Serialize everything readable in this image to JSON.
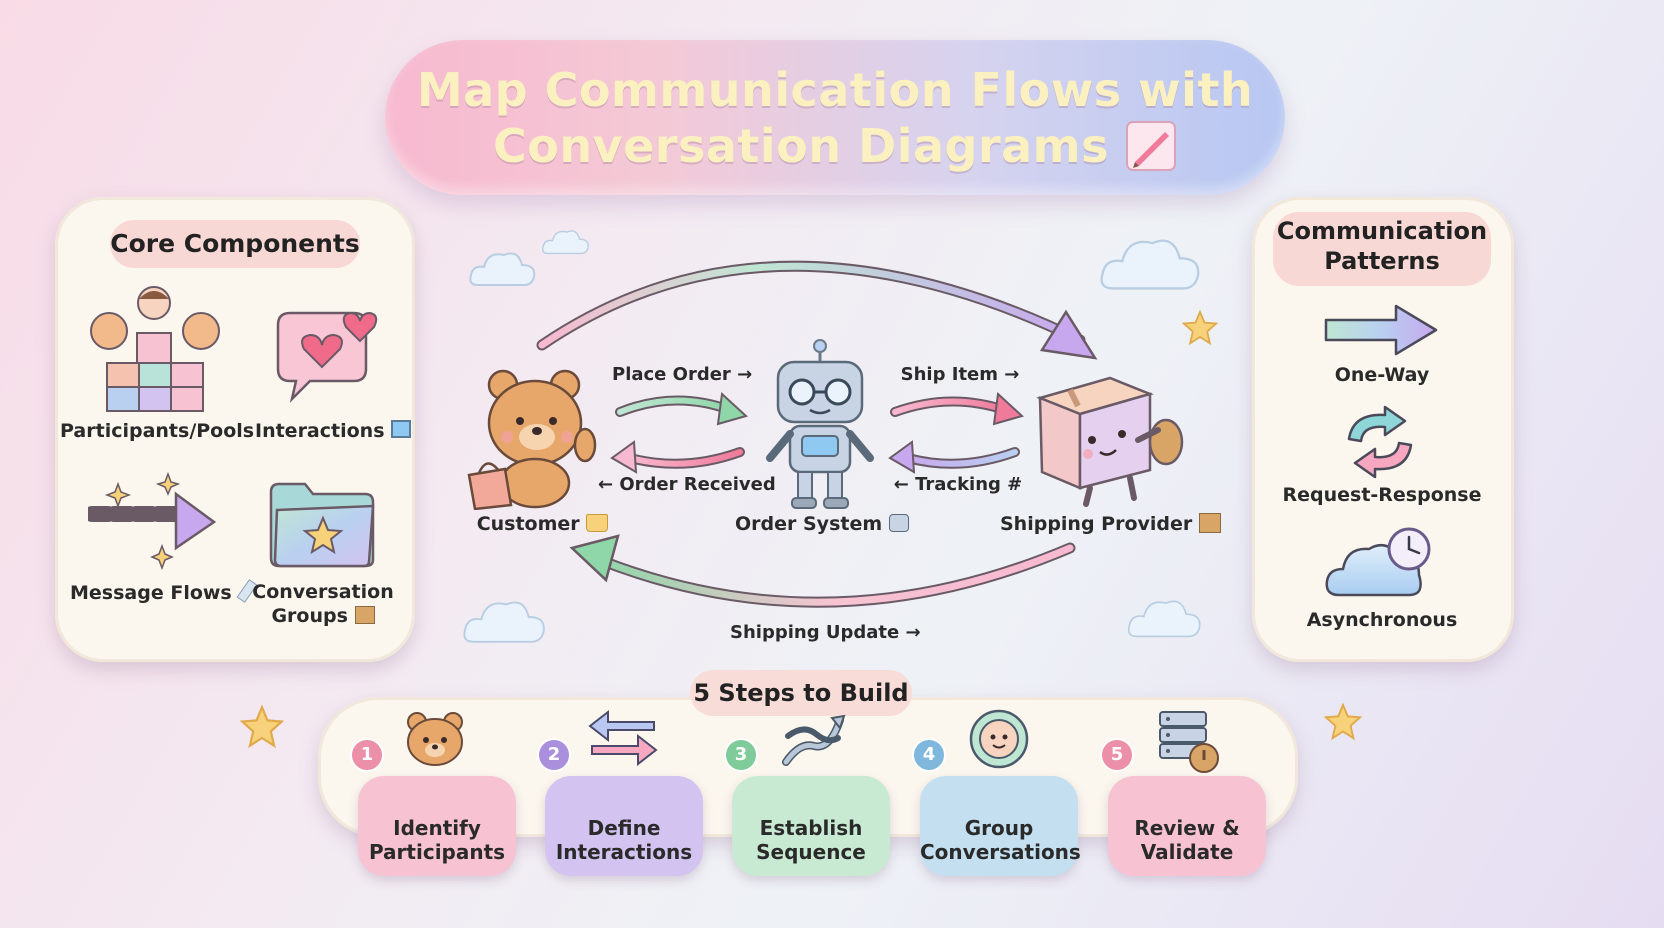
{
  "title": {
    "line1": "Map Communication Flows with",
    "line2": "Conversation Diagrams",
    "icon": "pencil-icon"
  },
  "core_components": {
    "heading": "Core Components",
    "items": [
      {
        "label": "Participants/Pools",
        "icon": "participants-icon"
      },
      {
        "label": "Interactions",
        "icon": "speech-bubble-heart-icon",
        "suffix_icon": "square-icon"
      },
      {
        "label": "Message Flows",
        "icon": "dashed-arrow-icon",
        "suffix_icon": "pencil-icon"
      },
      {
        "label": "Conversation",
        "label2": "Groups",
        "icon": "folder-star-icon",
        "suffix_icon": "box-icon"
      }
    ]
  },
  "diagram": {
    "participants": [
      {
        "label": "Customer",
        "icon": "bear-icon",
        "suffix_icon": "crown-icon"
      },
      {
        "label": "Order System",
        "icon": "robot-icon",
        "suffix_icon": "robot-face-icon"
      },
      {
        "label": "Shipping Provider",
        "icon": "box-character-icon",
        "suffix_icon": "box-icon"
      }
    ],
    "messages": {
      "place_order": "Place Order →",
      "order_received": "← Order Received",
      "ship_item": "Ship Item →",
      "tracking": "← Tracking #",
      "shipping_update": "Shipping Update →"
    }
  },
  "patterns": {
    "heading_line1": "Communication",
    "heading_line2": "Patterns",
    "items": [
      {
        "label": "One-Way",
        "icon": "right-arrow-icon"
      },
      {
        "label": "Request-Response",
        "icon": "cycle-arrows-icon"
      },
      {
        "label": "Asynchronous",
        "icon": "cloud-clock-icon"
      }
    ]
  },
  "steps": {
    "heading": "5 Steps to Build",
    "items": [
      {
        "num": "1",
        "line1": "Identify",
        "line2": "Participants",
        "icon": "bear-face-icon",
        "color": "#f7c3d3",
        "badge": "#ec8fa9"
      },
      {
        "num": "2",
        "line1": "Define",
        "line2": "Interactions",
        "icon": "two-arrows-icon",
        "color": "#d3c3f0",
        "badge": "#a98fdc"
      },
      {
        "num": "3",
        "line1": "Establish",
        "line2": "Sequence",
        "icon": "ribbon-arrows-icon",
        "color": "#c8ead3",
        "badge": "#7fcb9a"
      },
      {
        "num": "4",
        "line1": "Group",
        "line2": "Conversations",
        "icon": "smiley-ring-icon",
        "color": "#c3dff0",
        "badge": "#7fb8dc"
      },
      {
        "num": "5",
        "line1": "Review &",
        "line2": "Validate",
        "icon": "server-check-icon",
        "color": "#f7c3d3",
        "badge": "#ec8fa9"
      }
    ]
  }
}
